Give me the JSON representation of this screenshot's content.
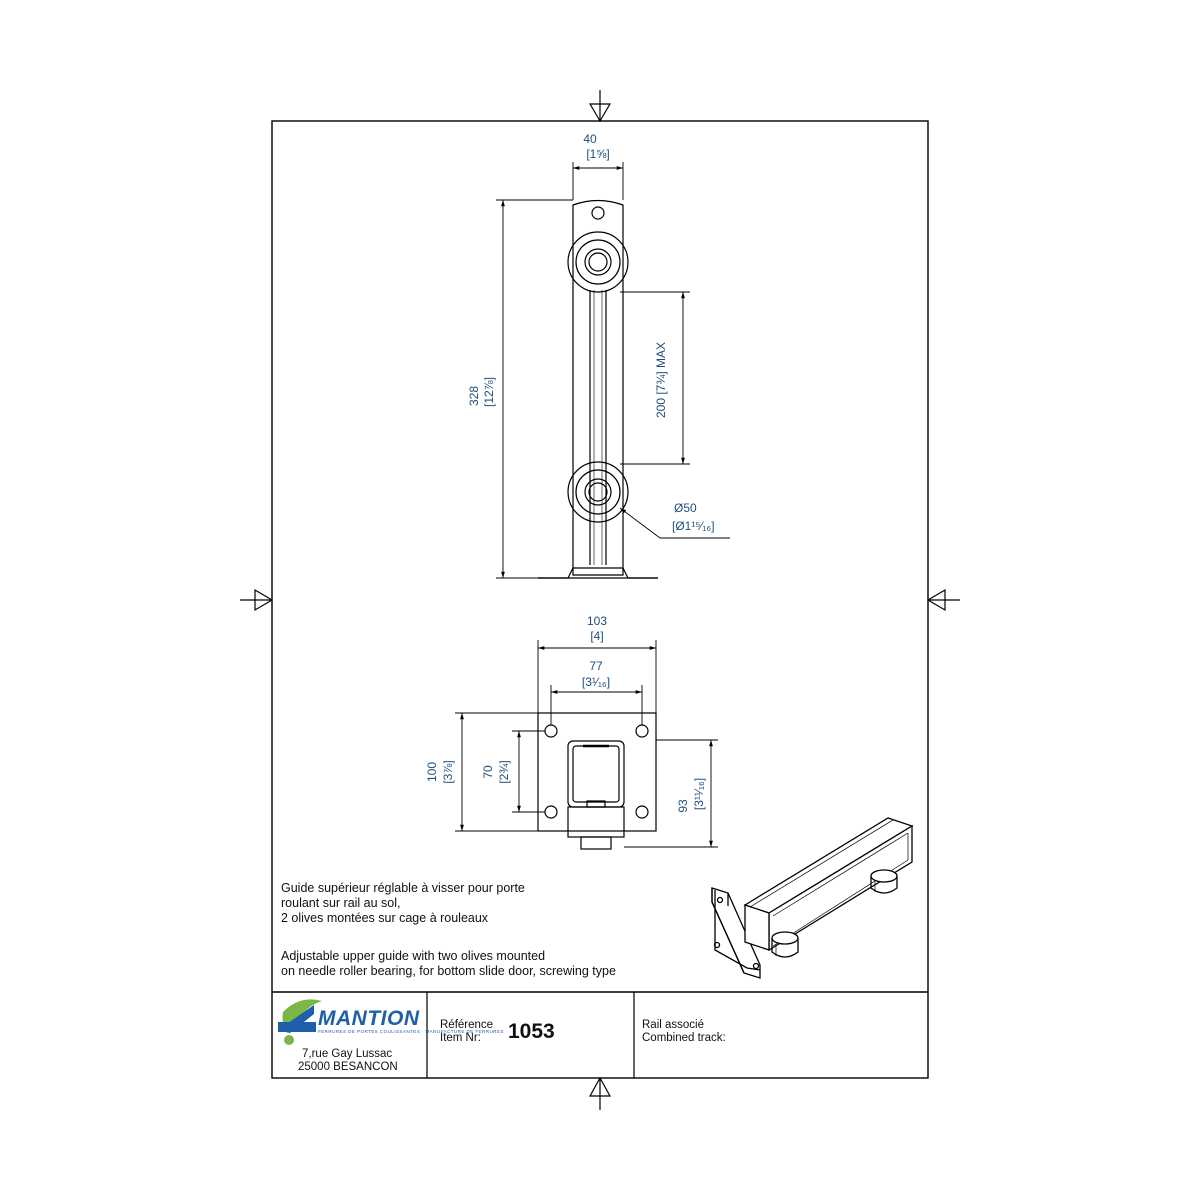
{
  "dimensions": {
    "top_width": "40",
    "top_width_in": "[1⅝]",
    "height": "328",
    "height_in": "[12⅞]",
    "olive_spacing": "200 [7¾] MAX",
    "olive_diameter": "Ø50",
    "olive_diameter_in": "[Ø1¹⁵⁄₁₆]",
    "plate_width": "103",
    "plate_width_in": "[4]",
    "hole_spacing_x": "77",
    "hole_spacing_x_in": "[3¹⁄₁₆]",
    "plate_height": "100",
    "plate_height_in": "[3⅞]",
    "hole_spacing_y": "70",
    "hole_spacing_y_in": "[2¾]",
    "depth": "93",
    "depth_in": "[3¹¹⁄₁₆]"
  },
  "description": {
    "fr_line1": "Guide supérieur réglable à visser pour porte",
    "fr_line2": "roulant sur rail au sol,",
    "fr_line3": "2 olives montées sur cage à rouleaux",
    "en_line1": "Adjustable upper guide with two olives mounted",
    "en_line2": "on needle roller bearing, for bottom slide door, screwing type"
  },
  "title_block": {
    "company": "MANTION",
    "company_tagline": "FERRURES DE PORTES COULISSANTES · MANUFACTURE DE FERRURES",
    "address_line1": "7,rue Gay Lussac",
    "address_line2": "25000 BESANCON",
    "reference_label_fr": "Référence",
    "reference_label_en": "Item Nr:",
    "reference_number": "1053",
    "rail_label_fr": "Rail associé",
    "rail_label_en": "Combined track:"
  },
  "colors": {
    "dimension_text": "#1f4e79",
    "logo_blue": "#1f5ea8",
    "logo_green": "#7ab648"
  }
}
